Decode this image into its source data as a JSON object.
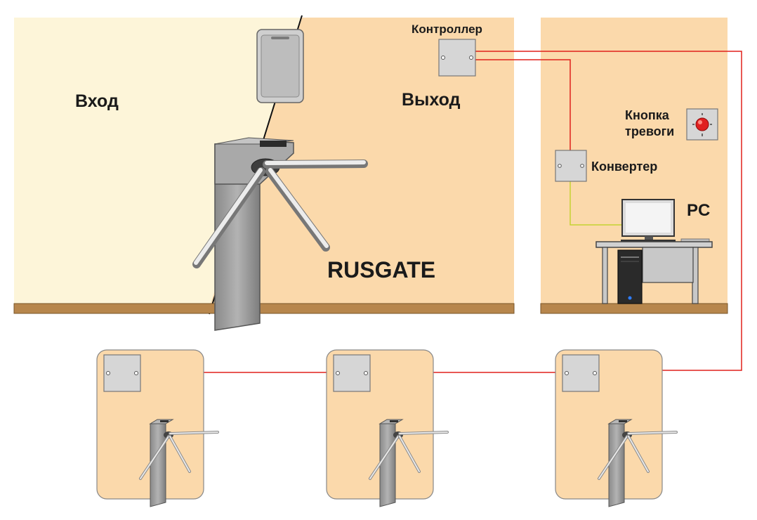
{
  "labels": {
    "entry": "Вход",
    "exit": "Выход",
    "controller": "Контроллер",
    "alarm_line1": "Кнопка",
    "alarm_line2": "тревоги",
    "converter": "Конвертер",
    "pc": "PC",
    "brand": "RUSGATE"
  },
  "colors": {
    "entry_wall": "#fdf5d9",
    "exit_wall": "#fbd9ab",
    "floor": "#b7864c",
    "device": "#d4d4d4",
    "wire_red": "#e0201b",
    "wire_yellow": "#c6d233",
    "turnstile": "#9a9a9a",
    "alarm_button": "#e02020"
  },
  "remote_units": 3
}
